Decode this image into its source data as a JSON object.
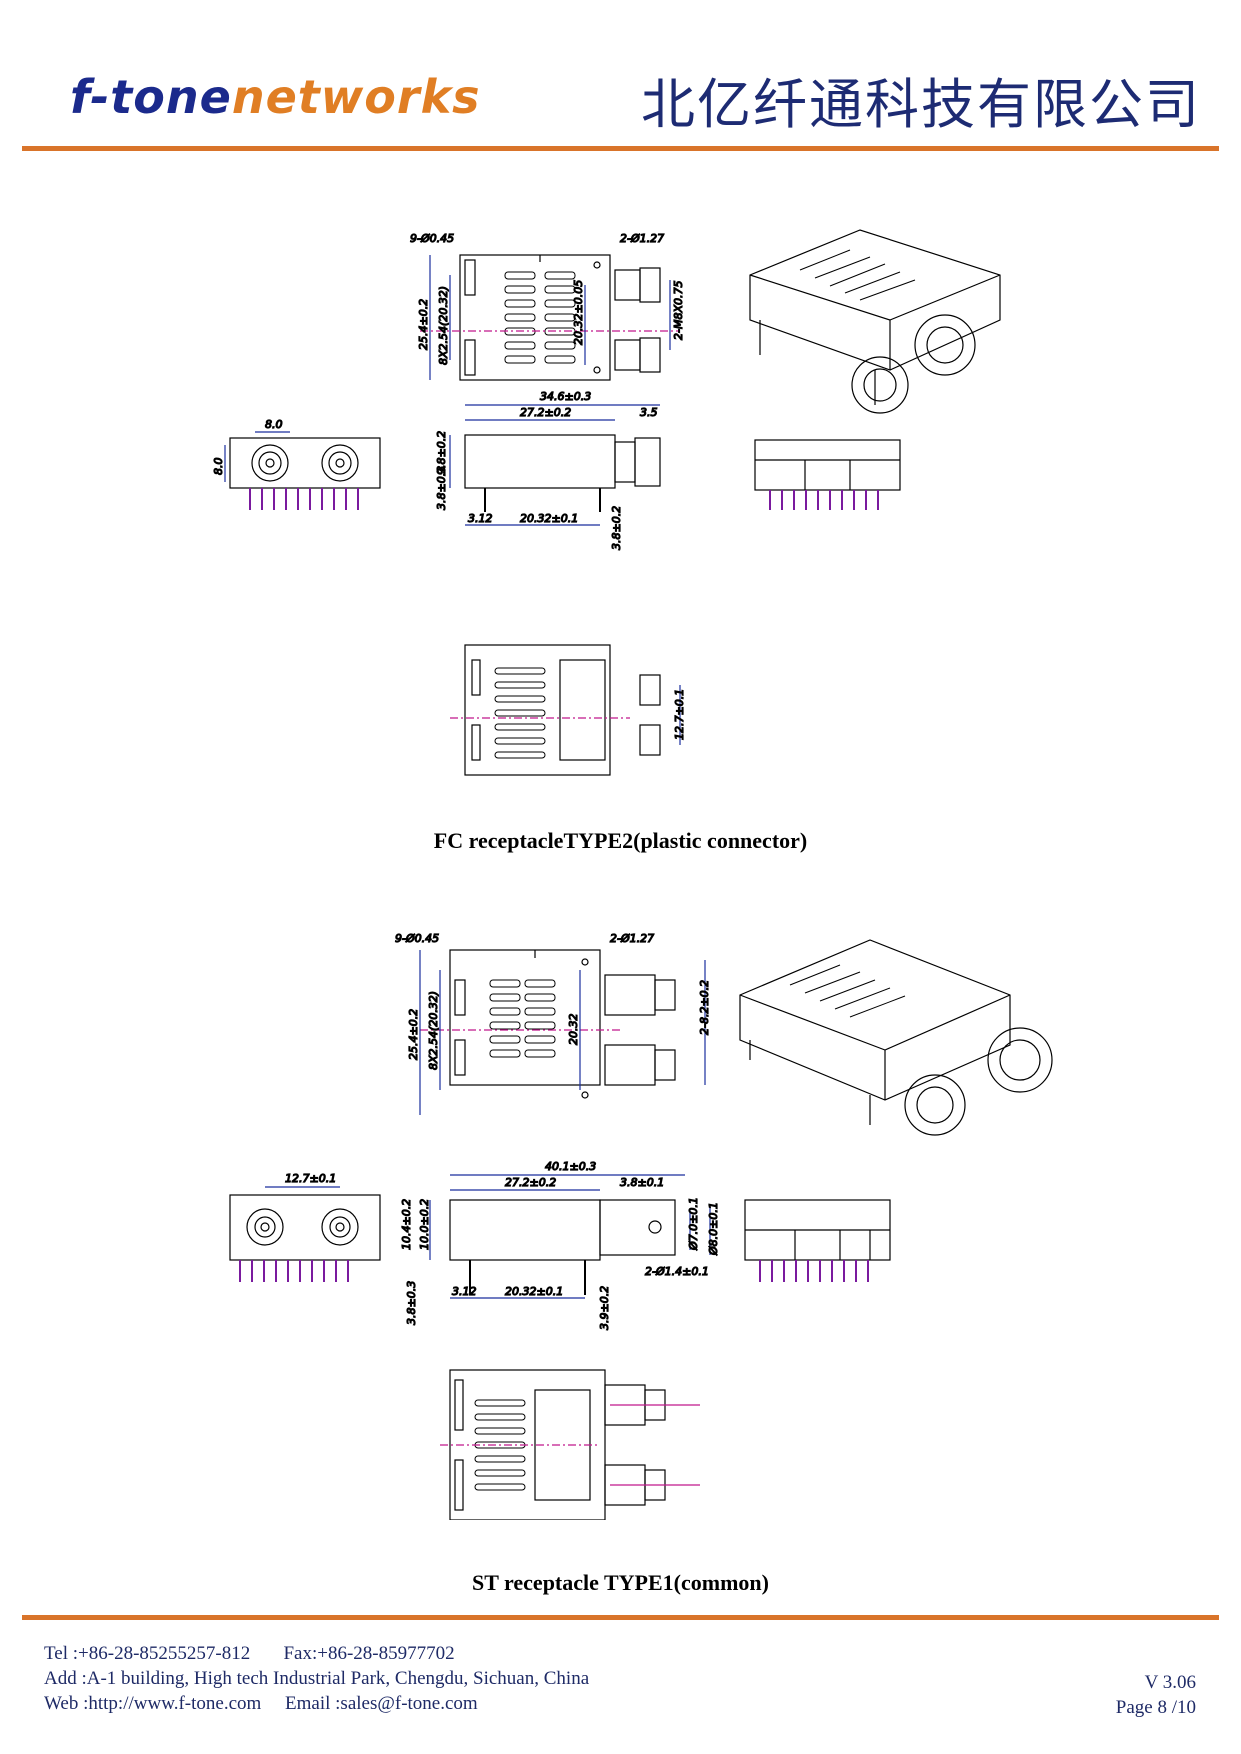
{
  "header": {
    "logo_part1": "f-tone",
    "logo_part2": "networks",
    "company": "北亿纤通科技有限公司"
  },
  "fc_section": {
    "caption": "FC receptacleTYPE2(plastic connector)",
    "dims": {
      "holes": "9-Ø0.45",
      "mount_holes": "2-Ø1.27",
      "height": "25.4±0.2",
      "pitch": "8X2.54(20.32)",
      "row_span": "20.32±0.05",
      "thread": "2-M8X0.75",
      "width_overall": "34.6±0.3",
      "width_body": "27.2±0.2",
      "nose": "3.5",
      "front_width": "8.0",
      "front_height": "8.0",
      "body_height": "9.8±0.2",
      "pin_len": "3.8±0.3",
      "pin_offset": "3.12",
      "pin_span": "20.32±0.1",
      "pin_len2": "3.8±0.2",
      "port_pitch": "12.7±0.1"
    }
  },
  "st_section": {
    "caption": "ST receptacle TYPE1(common)",
    "dims": {
      "holes": "9-Ø0.45",
      "mount_holes": "2-Ø1.27",
      "height": "25.4±0.2",
      "pitch": "8X2.54(20.32)",
      "row_span": "20.32",
      "port_offset": "2-8.2±0.2",
      "front_pitch": "12.7±0.1",
      "width_overall": "40.1±0.3",
      "width_body": "27.2±0.2",
      "nose": "3.8±0.1",
      "body_height": "10.4±0.2",
      "body_height2": "10.0±0.2",
      "ferrule": "Ø7.0±0.1",
      "ferrule2": "Ø8.0±0.1",
      "pin_hole": "2-Ø1.4±0.1",
      "pin_offset": "3.12",
      "pin_span": "20.32±0.1",
      "pin_len": "3.8±0.3",
      "pin_len2": "3.9±0.2"
    }
  },
  "footer": {
    "tel": "Tel :+86-28-85255257-812",
    "fax": "Fax:+86-28-85977702",
    "address": "Add :A-1 building, High tech Industrial Park, Chengdu, Sichuan, China",
    "web": "Web :http://www.f-tone.com",
    "email": "Email :sales@f-tone.com",
    "version": "V 3.06",
    "page": "Page  8  /10"
  }
}
